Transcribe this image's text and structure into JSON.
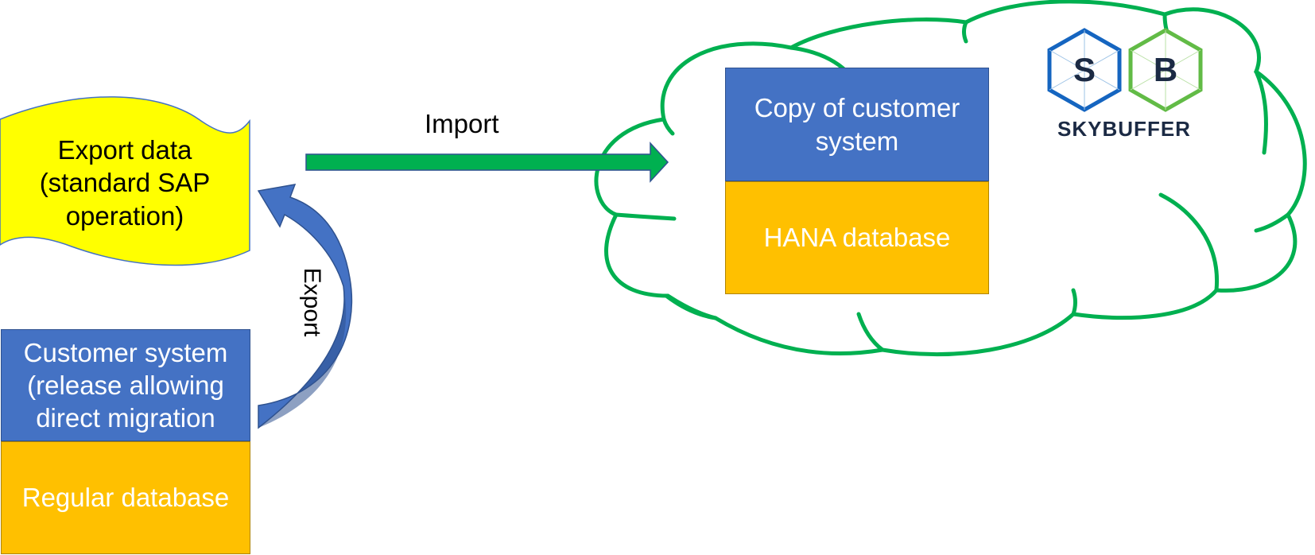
{
  "diagram": {
    "source": {
      "export_doc_text": "Export data (standard SAP operation)",
      "system_text": "Customer system (release allowing direct migration",
      "database_text": "Regular database"
    },
    "export_label": "Export",
    "import_label": "Import",
    "cloud": {
      "system_text": "Copy of customer system",
      "database_text": "HANA database"
    },
    "logo": {
      "letter_left": "S",
      "letter_right": "B",
      "wordmark": "SKYBUFFER"
    }
  },
  "colors": {
    "blue": "#4472c4",
    "orange": "#ffc000",
    "yellow": "#ffff00",
    "green": "#00b050",
    "logo_blue": "#1565c0",
    "logo_green": "#62bb46",
    "logo_dark": "#1b2a44"
  }
}
